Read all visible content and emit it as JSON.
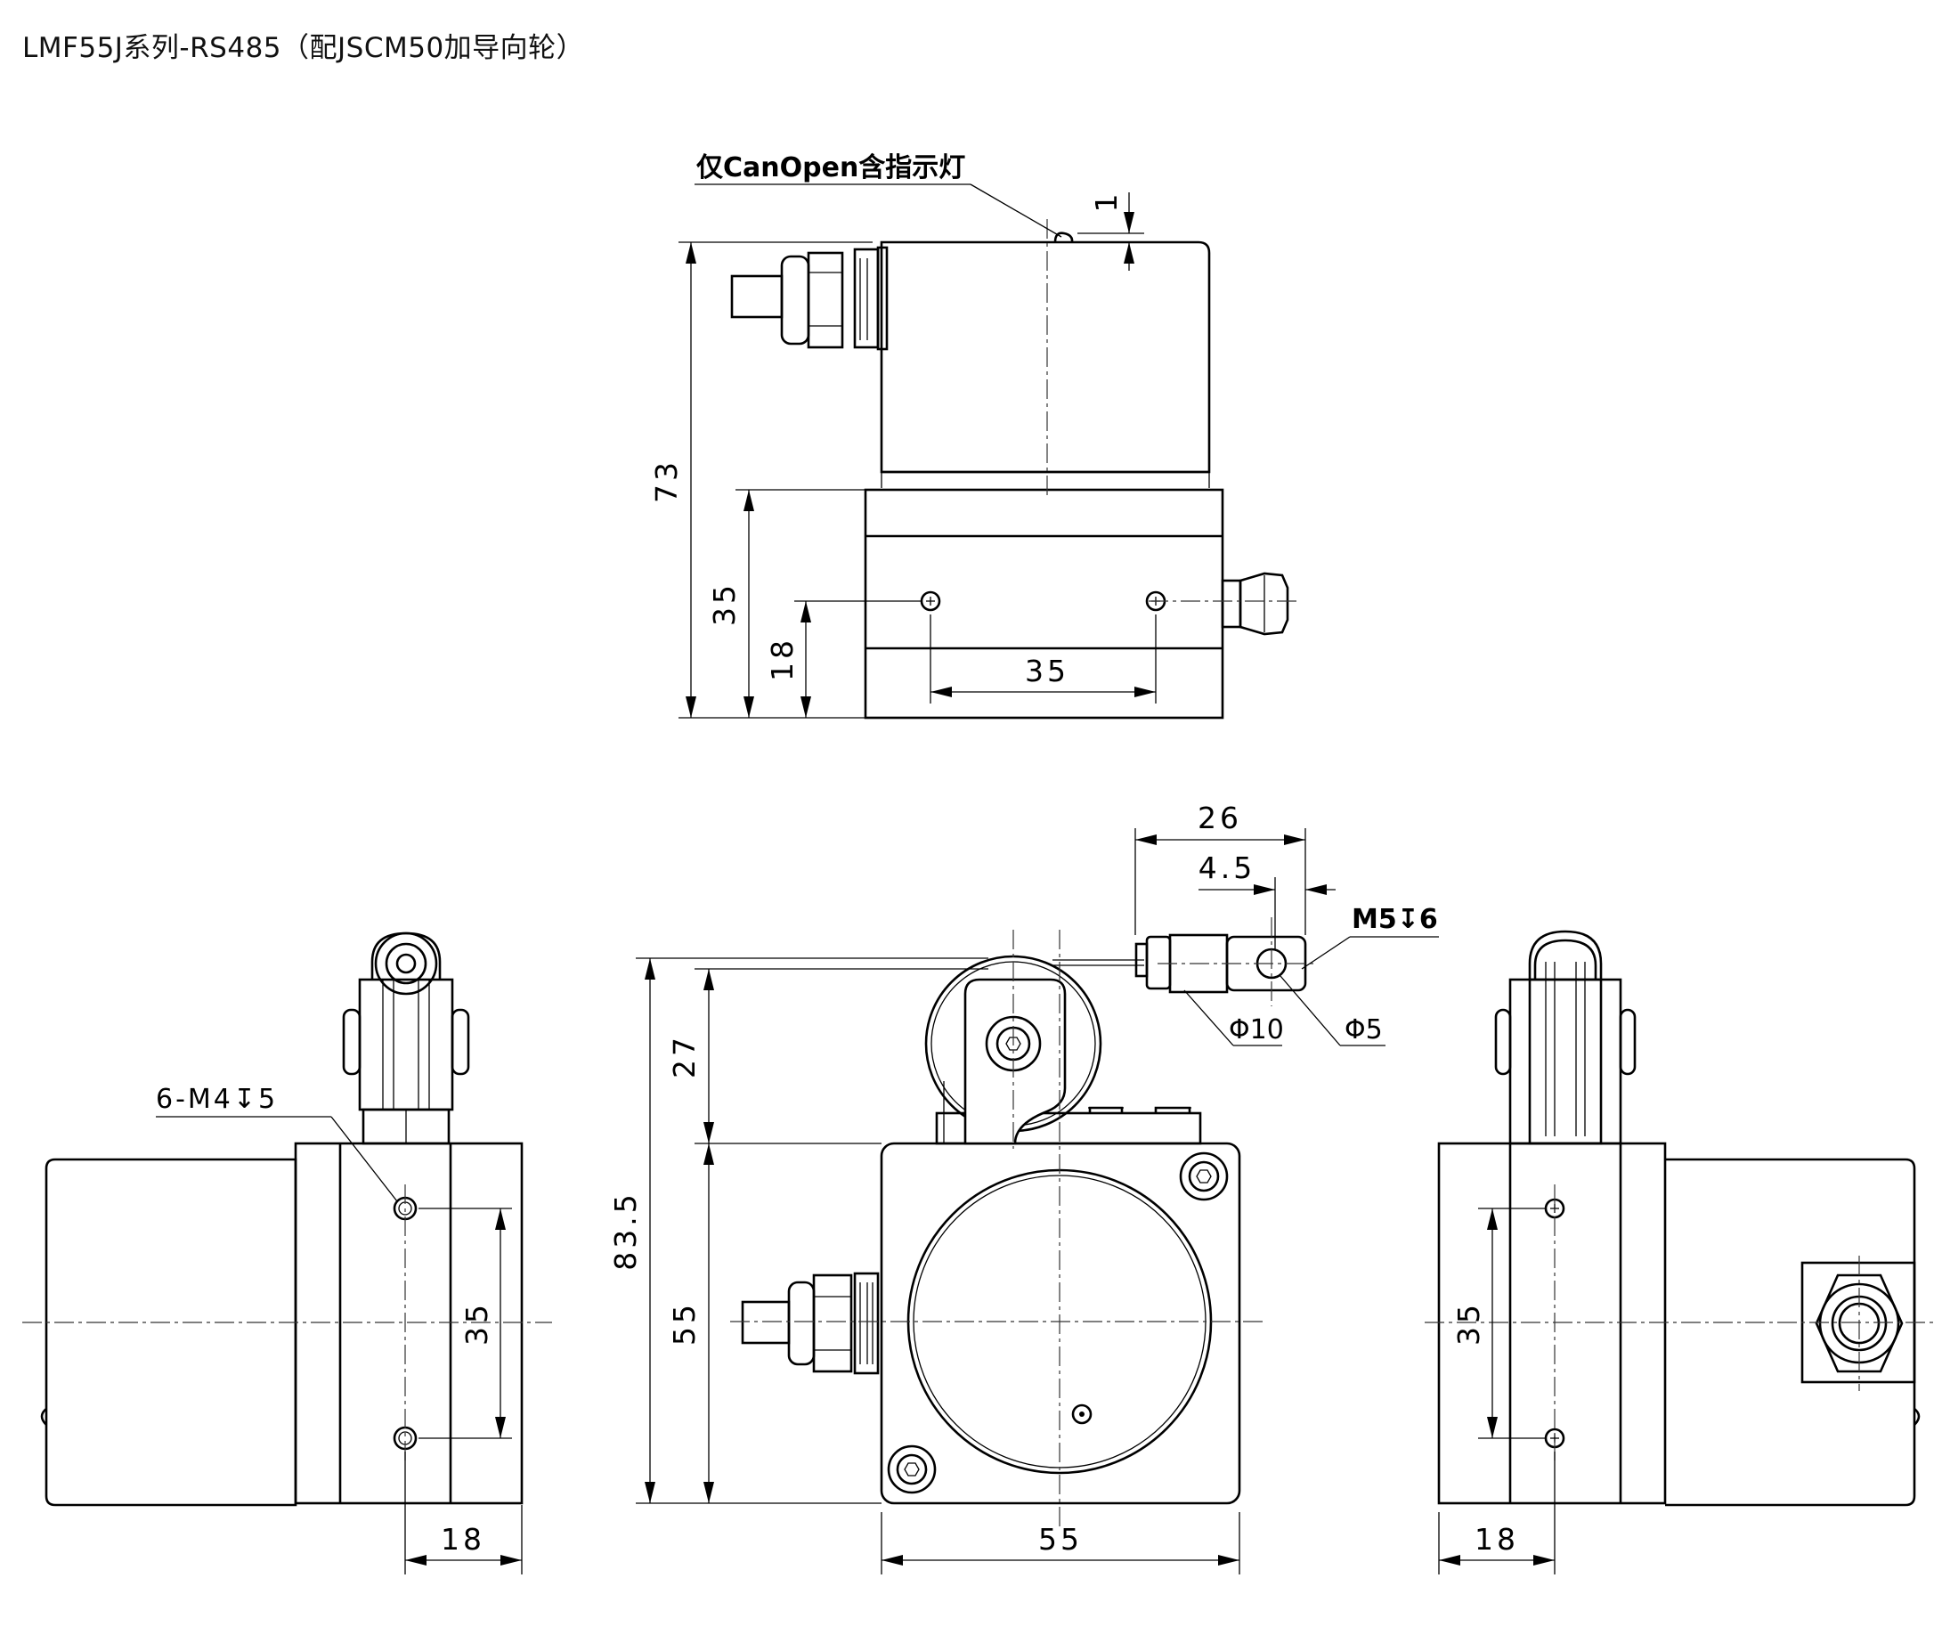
{
  "title": "LMF55J系列-RS485（配JSCM50加导向轮）",
  "notes": {
    "canopen": "仅CanOpen含指示灯",
    "thread_side": "6-M4↧5",
    "thread_tip": "M5↧6",
    "dia10": "Φ10",
    "dia5": "Φ5"
  },
  "dims": {
    "top_1": "1",
    "top_73": "73",
    "top_35v": "35",
    "top_18": "18",
    "top_35h": "35",
    "h_26": "26",
    "h_4_5": "4.5",
    "v_27": "27",
    "v_83_5": "83.5",
    "v_55": "55",
    "h_55": "55",
    "left_35": "35",
    "left_18": "18",
    "right_35": "35",
    "right_18": "18"
  },
  "views": [
    "top-view",
    "left-view",
    "front-view",
    "right-view"
  ]
}
